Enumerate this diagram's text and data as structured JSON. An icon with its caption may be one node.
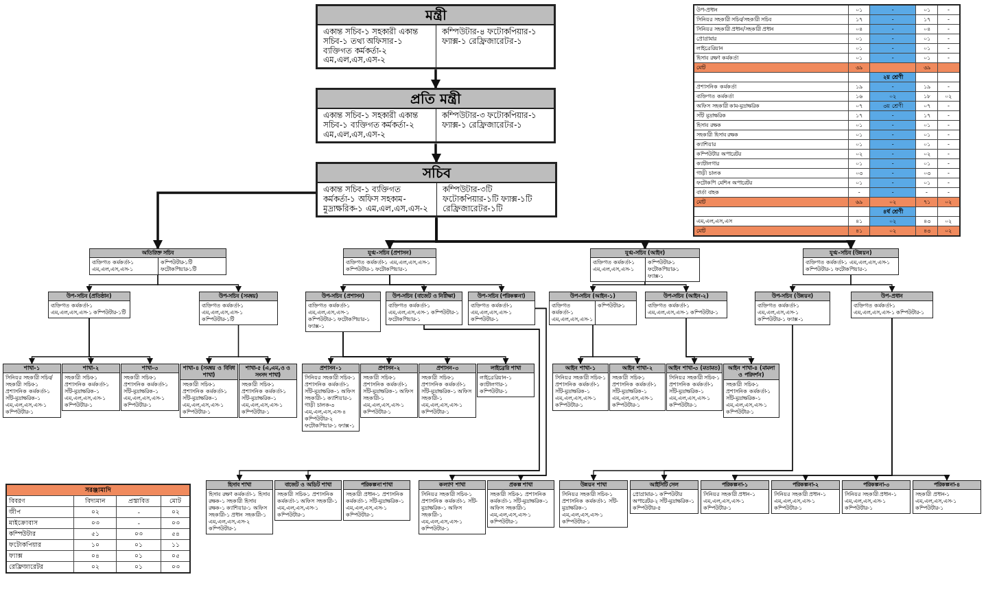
{
  "diagram": {
    "nodes": [
      {
        "text": [
          "মন্ত্রী",
          "একান্ত সচিব-১ সহকারী একান্ত সচিব-১ তথ্য অফিসার-১ ব্যক্তিগত কর্মকর্তা-২ এম,এল,এস,এস-২",
          "কম্পিউটার-৪ ফটোকপিয়ার-১ ফ্যাক্স-১ রেফ্রিজারেটর-১"
        ]
      },
      {
        "text": [
          "প্রতি মন্ত্রী",
          "একান্ত সচিব-১ সহকারী একান্ত সচিব-১ ব্যক্তিগত কর্মকর্তা-২ এম,এল,এস,এস-২",
          "কম্পিউটার-৩ ফটোকপিয়ার-১ ফ্যাক্স-১ রেফ্রিজারেটর-১"
        ]
      },
      {
        "text": [
          "সচিব",
          "একান্ত সচিব-১ ব্যক্তিগত কর্মকর্তা-১ অফিস সহকাম-মুদ্রাক্ষরিক-১ এম,এল,এস,এস-২",
          "কম্পিউটার-৩টি ফটোকপিয়ার-১টি ফ্যাক্স-১টি রেফ্রিজারেটর-১টি"
        ]
      },
      {
        "text": [
          "অতিরিক্ত সচিব",
          "ব্যক্তিগত কর্মকর্তা-১ এম,এল,এস,এস-১",
          "কম্পিউটার-১টি ফটোকপিয়ার-১টি"
        ]
      },
      {
        "text": [
          "উপ-সচিব (প্রতিষ্ঠান)",
          "ব্যক্তিগত কর্মকর্তা-১ এম,এল,এস,এস-১ কম্পিউটার-১টি"
        ]
      },
      {
        "text": [
          "উপ-সচিব (সমন্বয়)",
          "ব্যক্তিগত কর্মকর্তা-১ এম,এল,এস,এস-১ কম্পিউটার-১টি"
        ]
      },
      {
        "text": [
          "শাখা-১",
          "সিনিয়র সহকারী সচিব/সহকারী সচিব-১ প্রশাসনিক কর্মকর্তা-১ সাঁট-মুদ্রাক্ষরিক-১ এম,এল,এস,এস-১ কম্পিউটার-১"
        ]
      },
      {
        "text": [
          "শাখা-২",
          "সহকারী সচিব-১ প্রশাসনিক কর্মকর্তা-১ সাঁট-মুদ্রাক্ষরিক-১ এম,এল,এস,এস-১ কম্পিউটার-১"
        ]
      },
      {
        "text": [
          "শাখা-৩",
          "সহকারী সচিব-১ প্রশাসনিক কর্মকর্তা-১ সাঁট-মুদ্রাক্ষরিক-১ এম,এল,এস,এস-১ কম্পিউটার-১"
        ]
      },
      {
        "text": [
          "শাখা-৪ (সমন্বয় ও বিবিধ শাখা)",
          "সহকারী সচিব-১ প্রশাসনিক কর্মকর্তা-১ সাঁট-মুদ্রাক্ষরিক-১ এম,এল,এস,এস-১ কম্পিউটার-১"
        ]
      },
      {
        "text": [
          "শাখা-৫ (এ,এম,ও ও সংসদ শাখা)",
          "সহকারী সচিব-১ প্রশাসনিক কর্মকর্তা-১ সাঁট-মুদ্রাক্ষরিক-১ এম,এল,এস,এস-১ কম্পিউটার-১"
        ]
      },
      {
        "text": [
          "যুগ্ম-সচিব (প্রশাসন)",
          "ব্যক্তিগত কর্মকর্তা-১ এম,এল,এস,এস-১ কম্পিউটার-১ ফটোকপিয়ার-১"
        ]
      },
      {
        "text": [
          "উপ-সচিব (প্রশাসন)",
          "ব্যক্তিগত কর্মকর্তা-১ এম,এল,এস,এস-১ কম্পিউটার-১ ফটোকপিয়ার-১ ফ্যাক্স-১"
        ]
      },
      {
        "text": [
          "উপ-সচিব (বাজেট ও নিরীক্ষা)",
          "ব্যক্তিগত কর্মকর্তা-১ এম,এল,এস,এস-১ কম্পিউটার-১ ফটোকপিয়ার-১"
        ]
      },
      {
        "text": [
          "উপ-সচিব (পরিকল্পনা)",
          "ব্যক্তিগত কর্মকর্তা-১ এম,এল,এস,এস-১ কম্পিউটার-১"
        ]
      },
      {
        "text": [
          "প্রশাসন-১",
          "সিনিয়র সহকারী সচিব-১ প্রশাসনিক কর্মকর্তা-১ সাঁট-মুদ্রাক্ষরিক-১ অফিস সহকারী-১ ক্যাশিয়ার-১ গাড়ী চালক-৩ এম,এল,এস,এস-৪ কম্পিউটার-২ ফটোকপিয়ার-১ ফ্যাক্স-১"
        ]
      },
      {
        "text": [
          "প্রশাসন-২",
          "সহকারী সচিব-১ প্রশাসনিক কর্মকর্তা-১ সাঁট-মুদ্রাক্ষরিক-১ অফিস সহকারী-১ এম,এল,এস,এস-১ কম্পিউটার-১"
        ]
      },
      {
        "text": [
          "প্রশাসন-৩",
          "সহকারী সচিব-১ প্রশাসনিক কর্মকর্তা-১ সাঁট-মুদ্রাক্ষরিক-১ অফিস সহকারী-১ এম,এল,এস,এস-১ কম্পিউটার-১"
        ]
      },
      {
        "text": [
          "লাইব্রেরি শাখা",
          "লাইব্রেরিয়ান-১ ক্যাটালগার-১ কম্পিউটার-১"
        ]
      },
      {
        "text": [
          "হিসাব শাখা",
          "হিসাব রক্ষণ কর্মকর্তা-১ হিসাব রক্ষক-১ সহকারী হিসাব রক্ষক-১ ক্যাশিয়ার-১ অফিস সহকারী-১ প্রধান সহকারী-১ এম,এল,এস,এস-২ কম্পিউটার-১"
        ]
      },
      {
        "text": [
          "বাজেট ও অডিট শাখা",
          "সহকারী সচিব-১ প্রশাসনিক কর্মকর্তা-১ অফিস সহকারী-১ এম,এল,এস,এস-১ কম্পিউটার-১"
        ]
      },
      {
        "text": [
          "পরিকল্পনা শাখা",
          "সহকারী প্রধান-১ প্রশাসনিক কর্মকর্তা-১ সাঁট-মুদ্রাক্ষরিক-১ এম,এল,এস,এস-১ কম্পিউটার-১"
        ]
      },
      {
        "text": [
          "কল্যাণ শাখা",
          "সিনিয়র সহকারী সচিব-১ প্রশাসনিক কর্মকর্তা-১ সাঁট-মুদ্রাক্ষরিক-১ অফিস সহকারী-১ এম,এল,এস,এস-১ কম্পিউটার-১"
        ]
      },
      {
        "text": [
          "প্রকল্প শাখা",
          "সহকারী সচিব-১ প্রশাসনিক কর্মকর্তা-১ সাঁট-মুদ্রাক্ষরিক-১ অফিস সহকারী-১ এম,এল,এস,এস-১ কম্পিউটার-১"
        ]
      },
      {
        "text": [
          "যুগ্ম-সচিব (আইন)",
          "ব্যক্তিগত কর্মকর্তা-১ এম,এল,এস,এস-১",
          "কম্পিউটার-১ ফটোকপিয়ার-১ ফ্যাক্স-১"
        ]
      },
      {
        "text": [
          "উপ-সচিব (আইন-১)",
          "ব্যক্তিগত কর্মকর্তা-১ এম,এল,এস,এস-১",
          "কম্পিউটার-১"
        ]
      },
      {
        "text": [
          "উপ-সচিব (আইন-২)",
          "ব্যক্তিগত কর্মকর্তা-১ এম,এল,এস,এস-১ কম্পিউটার-১"
        ]
      },
      {
        "text": [
          "আইন শাখা-১",
          "সিনিয়র সহকারী সচিব-১ প্রশাসনিক কর্মকর্তা-১ সাঁট-মুদ্রাক্ষরিক-১ এম,এল,এস,এস-১ কম্পিউটার-১"
        ]
      },
      {
        "text": [
          "আইন শাখা-২",
          "সহকারী সচিব-১ প্রশাসনিক কর্মকর্তা-১ সাঁট-মুদ্রাক্ষরিক-১ এম,এল,এস,এস-১ কম্পিউটার-১"
        ]
      },
      {
        "text": [
          "আইন শাখা-৩ (মতামত)",
          "সিনিয়র সহকারী সচিব-১ প্রশাসনিক কর্মকর্তা-১ সাঁট-মুদ্রাক্ষরিক-১ এম,এল,এস,এস-১ কম্পিউটার-১"
        ]
      },
      {
        "text": [
          "আইন শাখা-৪ (মামলা ও পরিদর্শন)",
          "সহকারী সচিব-১ প্রশাসনিক কর্মকর্তা-১ সাঁট-মুদ্রাক্ষরিক-১ এম,এল,এস,এস-১ কম্পিউটার-১"
        ]
      },
      {
        "text": [
          "যুগ্ম-সচিব (উন্নয়ন)",
          "ব্যক্তিগত কর্মকর্তা-১ এম,এল,এস,এস-১ কম্পিউটার-১ ফটোকপিয়ার-১"
        ]
      },
      {
        "text": [
          "উপ-সচিব (উন্নয়ন)",
          "ব্যক্তিগত কর্মকর্তা-১ এম,এল,এস,এস-১ কম্পিউটার-১ ফ্যাক্স-১"
        ]
      },
      {
        "text": [
          "উপ-প্রধান",
          "ব্যক্তিগত কর্মকর্তা-১ এম,এল,এস,এস-১ কম্পিউটার-১"
        ]
      },
      {
        "text": [
          "উন্নয়ন শাখা",
          "সিনিয়র সহকারী সচিব-১ প্রশাসনিক কর্মকর্তা-১ সাঁট-মুদ্রাক্ষরিক-১ এম,এল,এস,এস-১ কম্পিউটার-১"
        ]
      },
      {
        "text": [
          "আইসিটি সেল",
          "প্রোগ্রামার-১ কম্পিউটার অপারেটর-২ সাঁট-মুদ্রাক্ষরিক-১ কম্পিউটার-৫"
        ]
      },
      {
        "text": [
          "পরিকল্পনা-১",
          "সিনিয়র সহকারী প্রধান-১ এম,এল,এস,এস-১ কম্পিউটার-১"
        ]
      },
      {
        "text": [
          "পরিকল্পনা-২",
          "সিনিয়র সহকারী প্রধান-১ এম,এল,এস,এস-১ কম্পিউটার-১"
        ]
      },
      {
        "text": [
          "পরিকল্পনা-৩",
          "সিনিয়র সহকারী প্রধান-১ এম,এল,এস,এস-১ কম্পিউটার-১"
        ]
      },
      {
        "text": [
          "পরিকল্পনা-৪",
          "সহকারী প্রধান-১ এম,এল,এস,এস-১ কম্পিউটার-১"
        ]
      }
    ],
    "edges": [
      {
        "from": 0,
        "to": 1,
        "arrow": "to",
        "style": "thick"
      },
      {
        "from": 1,
        "to": 2,
        "arrow": "to",
        "style": "thick"
      },
      {
        "from": 2,
        "to": 3,
        "arrow": "to",
        "style": "thick"
      },
      {
        "from": 2,
        "to": 11,
        "arrow": "to",
        "style": "thick"
      },
      {
        "from": 2,
        "to": 24,
        "arrow": "to",
        "style": "thick"
      },
      {
        "from": 2,
        "to": 31,
        "arrow": "to",
        "style": "thick"
      },
      {
        "from": 3,
        "to": 4,
        "arrow": "to"
      },
      {
        "from": 3,
        "to": 5,
        "arrow": "to"
      },
      {
        "from": 4,
        "to": 6,
        "arrow": "to"
      },
      {
        "from": 4,
        "to": 7,
        "arrow": "to"
      },
      {
        "from": 4,
        "to": 8,
        "arrow": "to"
      },
      {
        "from": 5,
        "to": 9,
        "arrow": "to"
      },
      {
        "from": 5,
        "to": 10,
        "arrow": "to"
      },
      {
        "from": 11,
        "to": 12,
        "arrow": "to"
      },
      {
        "from": 11,
        "to": 13,
        "arrow": "to"
      },
      {
        "from": 11,
        "to": 14,
        "arrow": "to"
      },
      {
        "from": 12,
        "to": 15,
        "arrow": "to"
      },
      {
        "from": 12,
        "to": 16,
        "arrow": "to"
      },
      {
        "from": 12,
        "to": 17,
        "arrow": "to"
      },
      {
        "from": 12,
        "to": 18,
        "arrow": "to"
      },
      {
        "from": 13,
        "to": 19,
        "arrow": "to"
      },
      {
        "from": 13,
        "to": 20,
        "arrow": "to"
      },
      {
        "from": 14,
        "to": 22,
        "arrow": "to"
      },
      {
        "from": 14,
        "to": 23,
        "arrow": "to"
      },
      {
        "from": 24,
        "to": 25,
        "arrow": "to"
      },
      {
        "from": 24,
        "to": 26,
        "arrow": "to"
      },
      {
        "from": 25,
        "to": 27,
        "arrow": "to"
      },
      {
        "from": 25,
        "to": 28,
        "arrow": "to"
      },
      {
        "from": 26,
        "to": 29,
        "arrow": "to"
      },
      {
        "from": 26,
        "to": 30,
        "arrow": "to"
      },
      {
        "from": 31,
        "to": 32,
        "arrow": "to"
      },
      {
        "from": 31,
        "to": 33,
        "arrow": "to"
      },
      {
        "from": 32,
        "to": 34,
        "arrow": "to"
      },
      {
        "from": 32,
        "to": 35,
        "arrow": "to"
      },
      {
        "from": 33,
        "to": 36,
        "arrow": "to"
      },
      {
        "from": 33,
        "to": 37,
        "arrow": "to"
      },
      {
        "from": 33,
        "to": 38,
        "arrow": "to"
      },
      {
        "from": 33,
        "to": 39,
        "arrow": "to"
      }
    ],
    "labels": [
      "উপ-প্রধান",
      "০১",
      "-",
      "০১",
      "-",
      "সিনিয়র সহকারী সচিব/সহকারী সচিব",
      "১৭",
      "-",
      "১৭",
      "-",
      "সিনিয়র সহকারী প্রধান/সহকারী প্রধান",
      "০৪",
      "-",
      "০৪",
      "-",
      "প্রোগ্রামার",
      "০১",
      "-",
      "০১",
      "-",
      "লাইব্রেরিয়ান",
      "০১",
      "-",
      "০১",
      "-",
      "হিসাব রক্ষণ কর্মকর্তা",
      "০১",
      "-",
      "০১",
      "-",
      "মোট",
      "৩৯",
      "৩৯",
      "২য় শ্রেণী",
      "প্রশাসনিক কর্মকর্তা",
      "১৯",
      "-",
      "১৯",
      "-",
      "ব্যক্তিগত কর্মকর্তা",
      "১৬",
      "০২",
      "১৮",
      "০২",
      "অফিস সহকারী কাম-মুদ্রাক্ষরিক",
      "০৭",
      "৩য় শ্রেণী",
      "০৭",
      "-",
      "সাঁট মুদ্রাক্ষরিক",
      "১৭",
      "-",
      "১৭",
      "-",
      "হিসাব রক্ষক",
      "০১",
      "-",
      "০১",
      "-",
      "সহকারী হিসাব রক্ষক",
      "০১",
      "-",
      "০১",
      "-",
      "ক্যাশিয়ার",
      "০১",
      "-",
      "০১",
      "-",
      "কম্পিউটার অপারেটর",
      "০২",
      "-",
      "০২",
      "-",
      "ক্যাটালগার",
      "০১",
      "-",
      "০১",
      "-",
      "গাড়ী চালক",
      "০৩",
      "-",
      "০৩",
      "-",
      "ফটোকপি মেশিন অপারেটর",
      "০১",
      "-",
      "০১",
      "-",
      "বার্তা বাহক",
      "-",
      "-",
      "-",
      "-",
      "মোট",
      "৬৯",
      "০২",
      "৭১",
      "০২",
      "৪র্থ শ্রেণী",
      "এম,এল,এস,এস",
      "৪১",
      "০২",
      "৪৩",
      "০২",
      "মোট",
      "৪১",
      "০২",
      "৪৩",
      "০২",
      "সরঞ্জামাদি",
      "বিবরণ",
      "বিদ্যমান",
      "প্রস্তাবিত",
      "মোট",
      "জীপ",
      "০২",
      "-",
      "০২",
      "মাইক্রোবাস",
      "০৩",
      "-",
      "০৩",
      "কম্পিউটার",
      "৫১",
      "০৩",
      "৫৪",
      "ফটোকপিয়ার",
      "১০",
      "০১",
      "১১",
      "ফ্যাক্স",
      "০৪",
      "০১",
      "০৫",
      "রেফ্রিজারেটর",
      "০২",
      "০১",
      "০৩"
    ]
  }
}
